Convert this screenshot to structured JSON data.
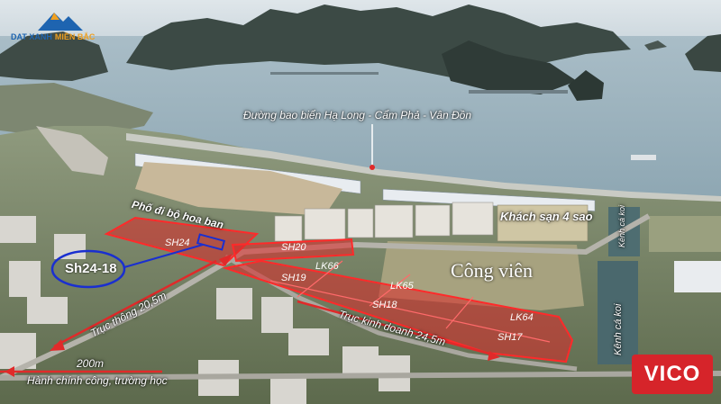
{
  "logo": {
    "brand": "DAT XANH",
    "region": "MIỀN BẮC"
  },
  "labels": {
    "coastal_road": "Đường bao biển Hạ Long - Cẩm Phả - Vân Đồn",
    "walking_street": "Phố đi bộ hoa ban",
    "hotel": "Khách sạn 4 sao",
    "park": "Công viên",
    "canal_top": "Kênh cá koi",
    "canal_bottom": "Kênh cá koi",
    "axis_road": "Trục thông 20,5m",
    "business_road": "Trục kinh doanh 24,5m",
    "distance": "200m",
    "admin": "Hành chính công, trường học",
    "highlight_lot": "Sh24-18"
  },
  "lots": {
    "sh24": "SH24",
    "sh20": "SH20",
    "sh19": "SH19",
    "lk66": "LK66",
    "lk65": "LK65",
    "sh18": "SH18",
    "lk64": "LK64",
    "sh17": "SH17"
  },
  "watermark": "VICO",
  "colors": {
    "highlight_red": "#e02a2a",
    "highlight_blue": "#1a2fd0",
    "brand_red": "#d6242a"
  }
}
